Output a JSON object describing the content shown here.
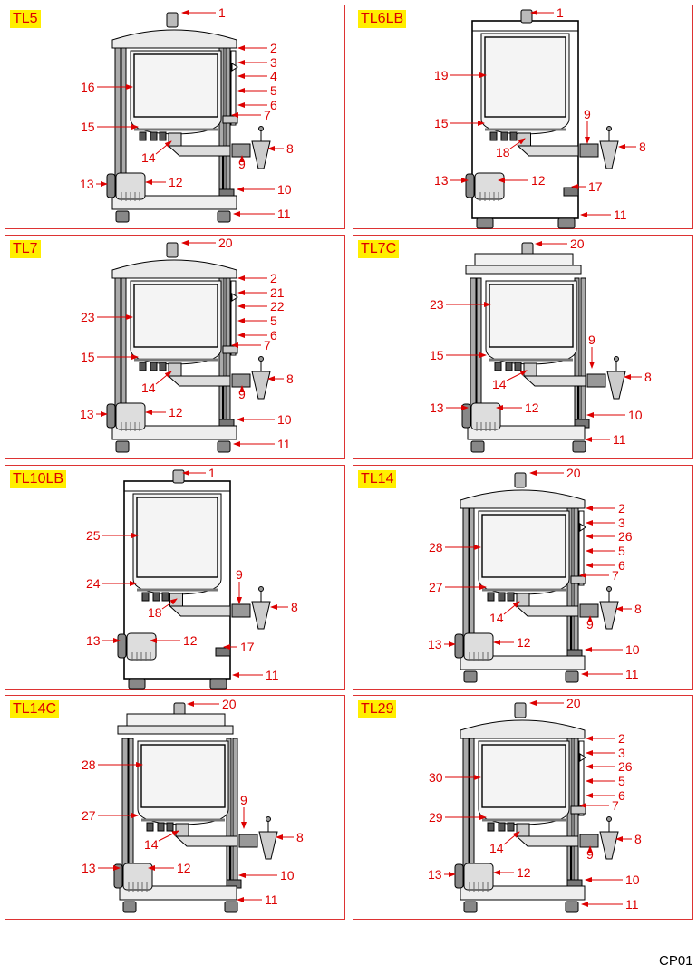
{
  "panels": [
    {
      "title": "TL5",
      "type": "A",
      "callouts": [
        "1",
        "2",
        "3",
        "4",
        "16",
        "5",
        "6",
        "7",
        "15",
        "14",
        "8",
        "9",
        "13",
        "12",
        "10",
        "11"
      ]
    },
    {
      "title": "TL6LB",
      "type": "B",
      "callouts": [
        "1",
        "19",
        "15",
        "9",
        "8",
        "18",
        "13",
        "12",
        "17",
        "11"
      ]
    },
    {
      "title": "TL7",
      "type": "A",
      "callouts": [
        "20",
        "2",
        "21",
        "22",
        "23",
        "5",
        "6",
        "7",
        "15",
        "14",
        "8",
        "9",
        "13",
        "12",
        "10",
        "11"
      ]
    },
    {
      "title": "TL7C",
      "type": "C",
      "callouts": [
        "20",
        "23",
        "15",
        "9",
        "8",
        "14",
        "13",
        "12",
        "10",
        "11"
      ]
    },
    {
      "title": "TL10LB",
      "type": "B",
      "callouts": [
        "1",
        "25",
        "24",
        "9",
        "8",
        "18",
        "13",
        "12",
        "17",
        "11"
      ]
    },
    {
      "title": "TL14",
      "type": "A",
      "callouts": [
        "20",
        "2",
        "3",
        "26",
        "28",
        "5",
        "6",
        "7",
        "27",
        "14",
        "8",
        "9",
        "13",
        "12",
        "10",
        "11"
      ]
    },
    {
      "title": "TL14C",
      "type": "C",
      "callouts": [
        "20",
        "28",
        "27",
        "9",
        "8",
        "14",
        "13",
        "12",
        "10",
        "11"
      ]
    },
    {
      "title": "TL29",
      "type": "A",
      "callouts": [
        "20",
        "2",
        "3",
        "26",
        "30",
        "5",
        "6",
        "7",
        "29",
        "14",
        "8",
        "9",
        "13",
        "12",
        "10",
        "11"
      ]
    }
  ],
  "page_code": "CP01",
  "colors": {
    "callout": "#dd0000",
    "title_bg": "#ffee00",
    "border": "#dd3333"
  }
}
